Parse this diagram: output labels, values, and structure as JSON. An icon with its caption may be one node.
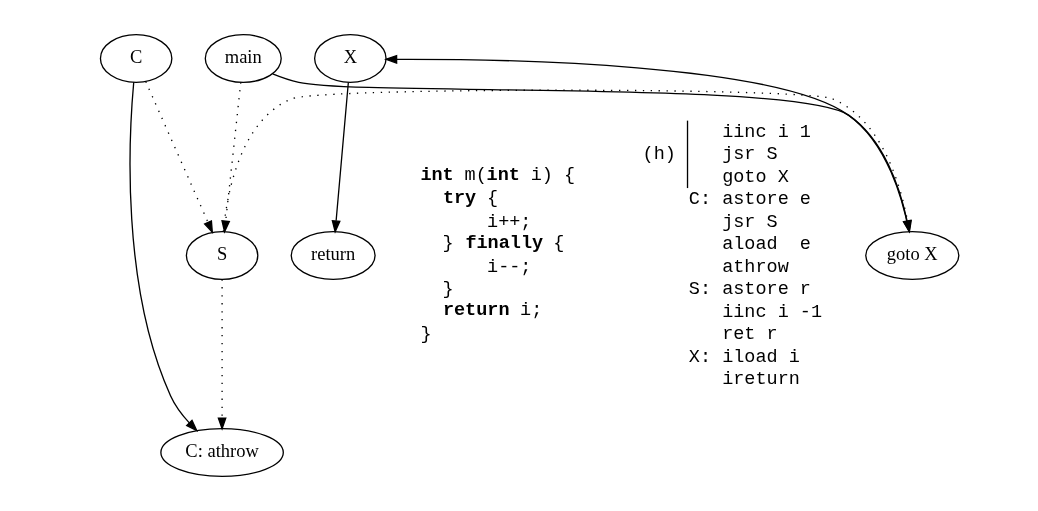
{
  "diagram": {
    "nodes": [
      {
        "text": [
          "main"
        ]
      },
      {
        "text": [
          "C"
        ]
      },
      {
        "text": [
          "S"
        ]
      },
      {
        "text": [
          "goto X"
        ]
      },
      {
        "text": [
          "C: athrow"
        ]
      },
      {
        "text": [
          "X"
        ]
      },
      {
        "text": [
          "return"
        ]
      }
    ],
    "edges": [
      {
        "from": 0,
        "to": 2,
        "arrow": "to",
        "style": "dashed"
      },
      {
        "from": 1,
        "to": 2,
        "arrow": "to",
        "style": "dashed"
      },
      {
        "from": 0,
        "to": 3,
        "arrow": "to"
      },
      {
        "from": 1,
        "to": 4,
        "arrow": "to"
      },
      {
        "from": 2,
        "to": 3,
        "arrow": "to",
        "style": "dashed"
      },
      {
        "from": 2,
        "to": 4,
        "arrow": "to",
        "style": "dashed"
      },
      {
        "from": 3,
        "to": 5,
        "arrow": "to"
      },
      {
        "from": 5,
        "to": 6,
        "arrow": "to"
      }
    ],
    "labels": [
      "**int** m(**int** i) {",
      "**try** {",
      "i++;",
      "} **finally** {",
      "i--;",
      "}",
      "**return** i;",
      "}",
      "(h)",
      "iinc i 1",
      "jsr S",
      "goto X",
      "C: astore e",
      "jsr S",
      "aload  e",
      "athrow",
      "S: astore r",
      "iinc i -1",
      "ret r",
      "X: iload i",
      "ireturn"
    ]
  }
}
